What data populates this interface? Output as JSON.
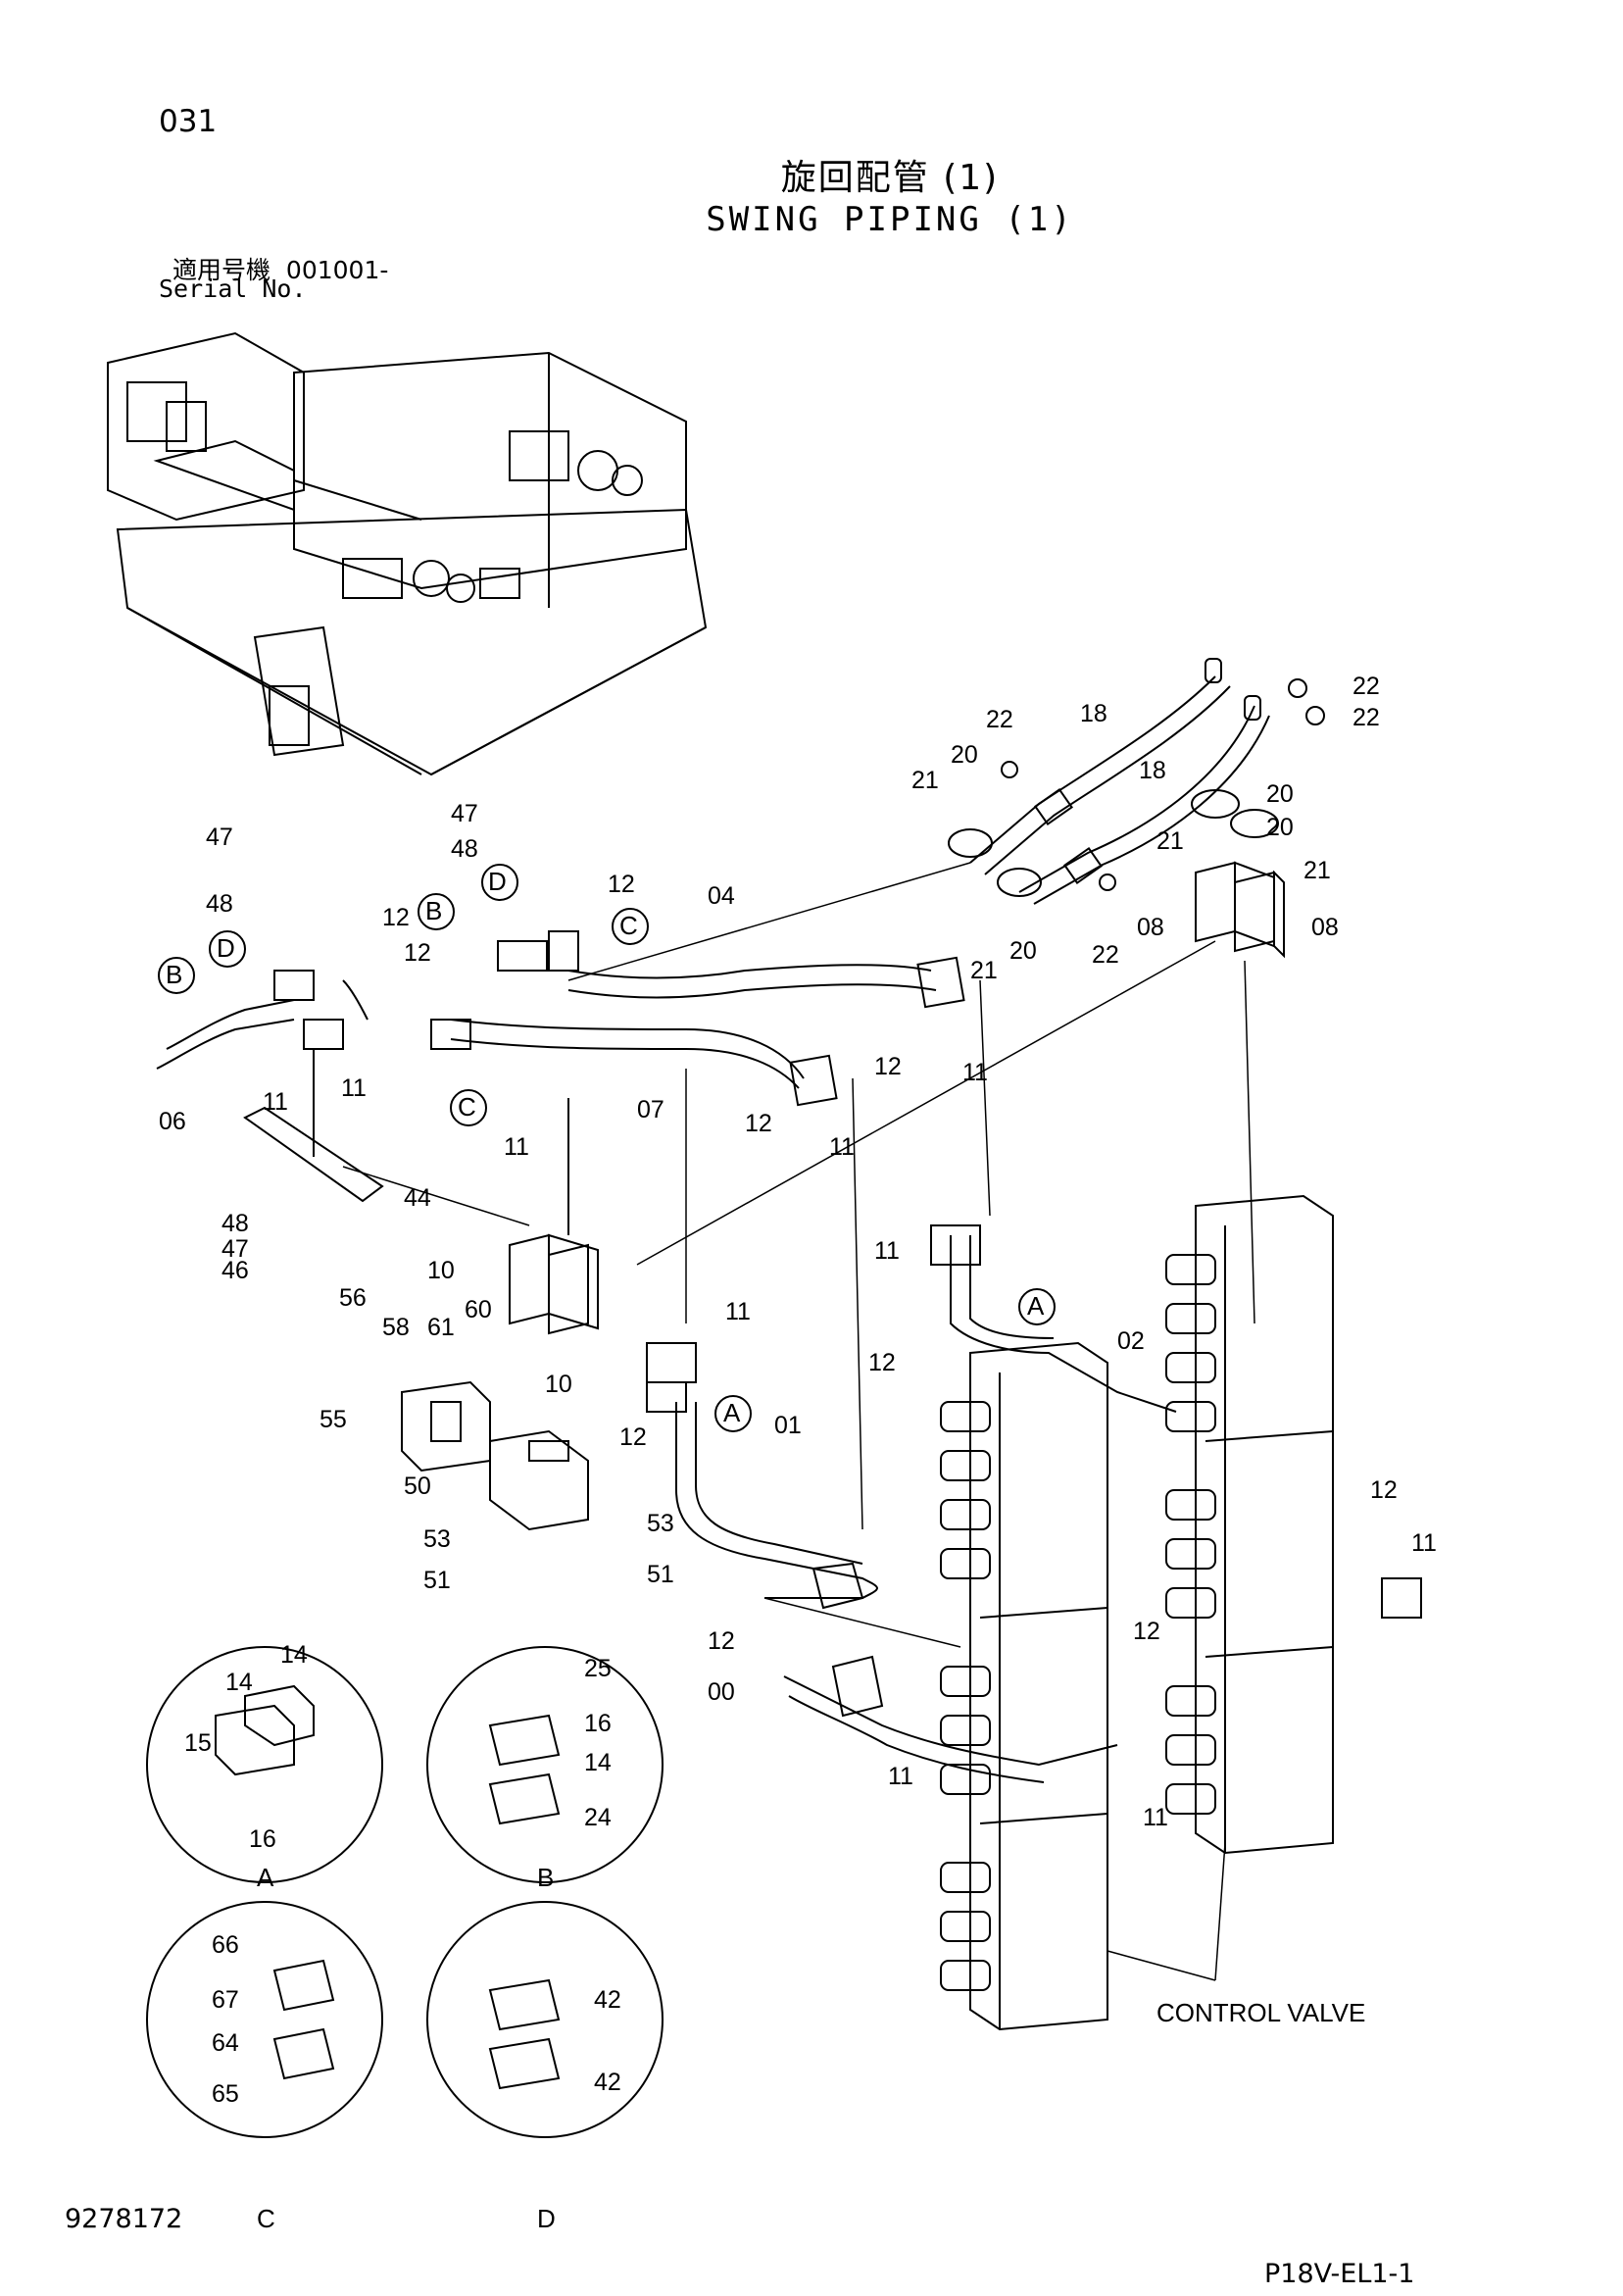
{
  "header": {
    "page_code": "031",
    "title_jp": "旋回配管 (1)",
    "title_en": "SWING PIPING (1)",
    "serial_label_jp": "適用号機",
    "serial_value": "001001-",
    "serial_label_en": "Serial No."
  },
  "footer": {
    "figure_number": "9278172",
    "page_ref": "P18V-EL1-1"
  },
  "labels": {
    "control_valve": "CONTROL VALVE",
    "detail_a": "A",
    "detail_b": "B",
    "detail_c": "C",
    "detail_d": "D"
  },
  "callouts": [
    "00",
    "01",
    "02",
    "04",
    "06",
    "07",
    "08",
    "10",
    "11",
    "12",
    "14",
    "15",
    "16",
    "18",
    "20",
    "21",
    "22",
    "24",
    "25",
    "42",
    "44",
    "46",
    "47",
    "48",
    "50",
    "51",
    "53",
    "55",
    "56",
    "58",
    "60",
    "61",
    "64",
    "65",
    "66",
    "67"
  ],
  "colors": {
    "ink": "#000000",
    "paper": "#ffffff"
  }
}
